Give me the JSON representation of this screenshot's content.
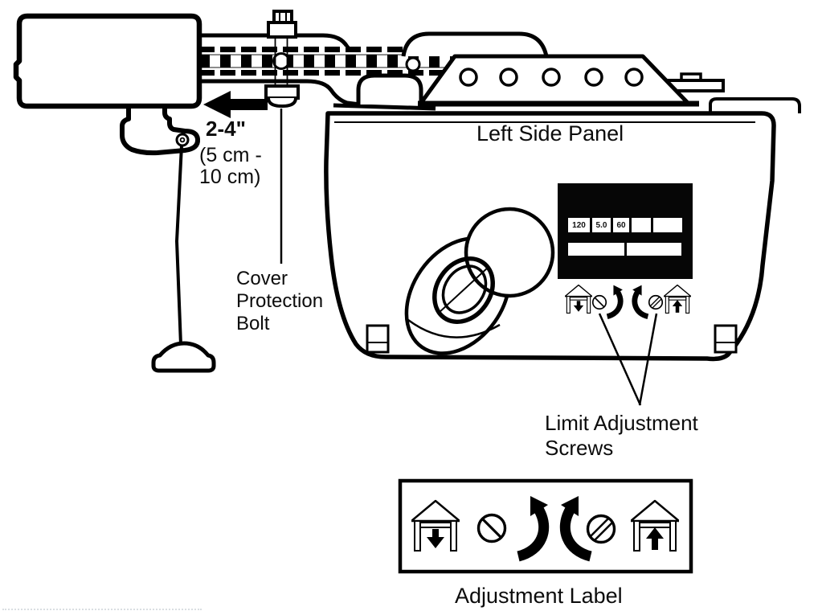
{
  "page": {
    "background": "#ffffff",
    "line_color": "#000000"
  },
  "annotations": {
    "distance": {
      "inches": "2-4\"",
      "cm_line1": "(5 cm -",
      "cm_line2": "10 cm)"
    },
    "cover_bolt": {
      "line1": "Cover",
      "line2": "Protection",
      "line3": "Bolt"
    },
    "left_side_panel": "Left Side Panel",
    "limit_screws": {
      "line1": "Limit Adjustment",
      "line2": "Screws"
    },
    "adjustment_label_caption": "Adjustment Label"
  },
  "display_panel": {
    "row1": [
      "120",
      "5.0",
      "60",
      "",
      ""
    ],
    "row2": [
      "",
      ""
    ]
  },
  "icon_names": [
    "door-down-icon",
    "screw-slot-icon",
    "rotate-ccw-arrow-icon",
    "rotate-cw-arrow-icon",
    "screw-double-slot-icon",
    "door-up-icon"
  ]
}
